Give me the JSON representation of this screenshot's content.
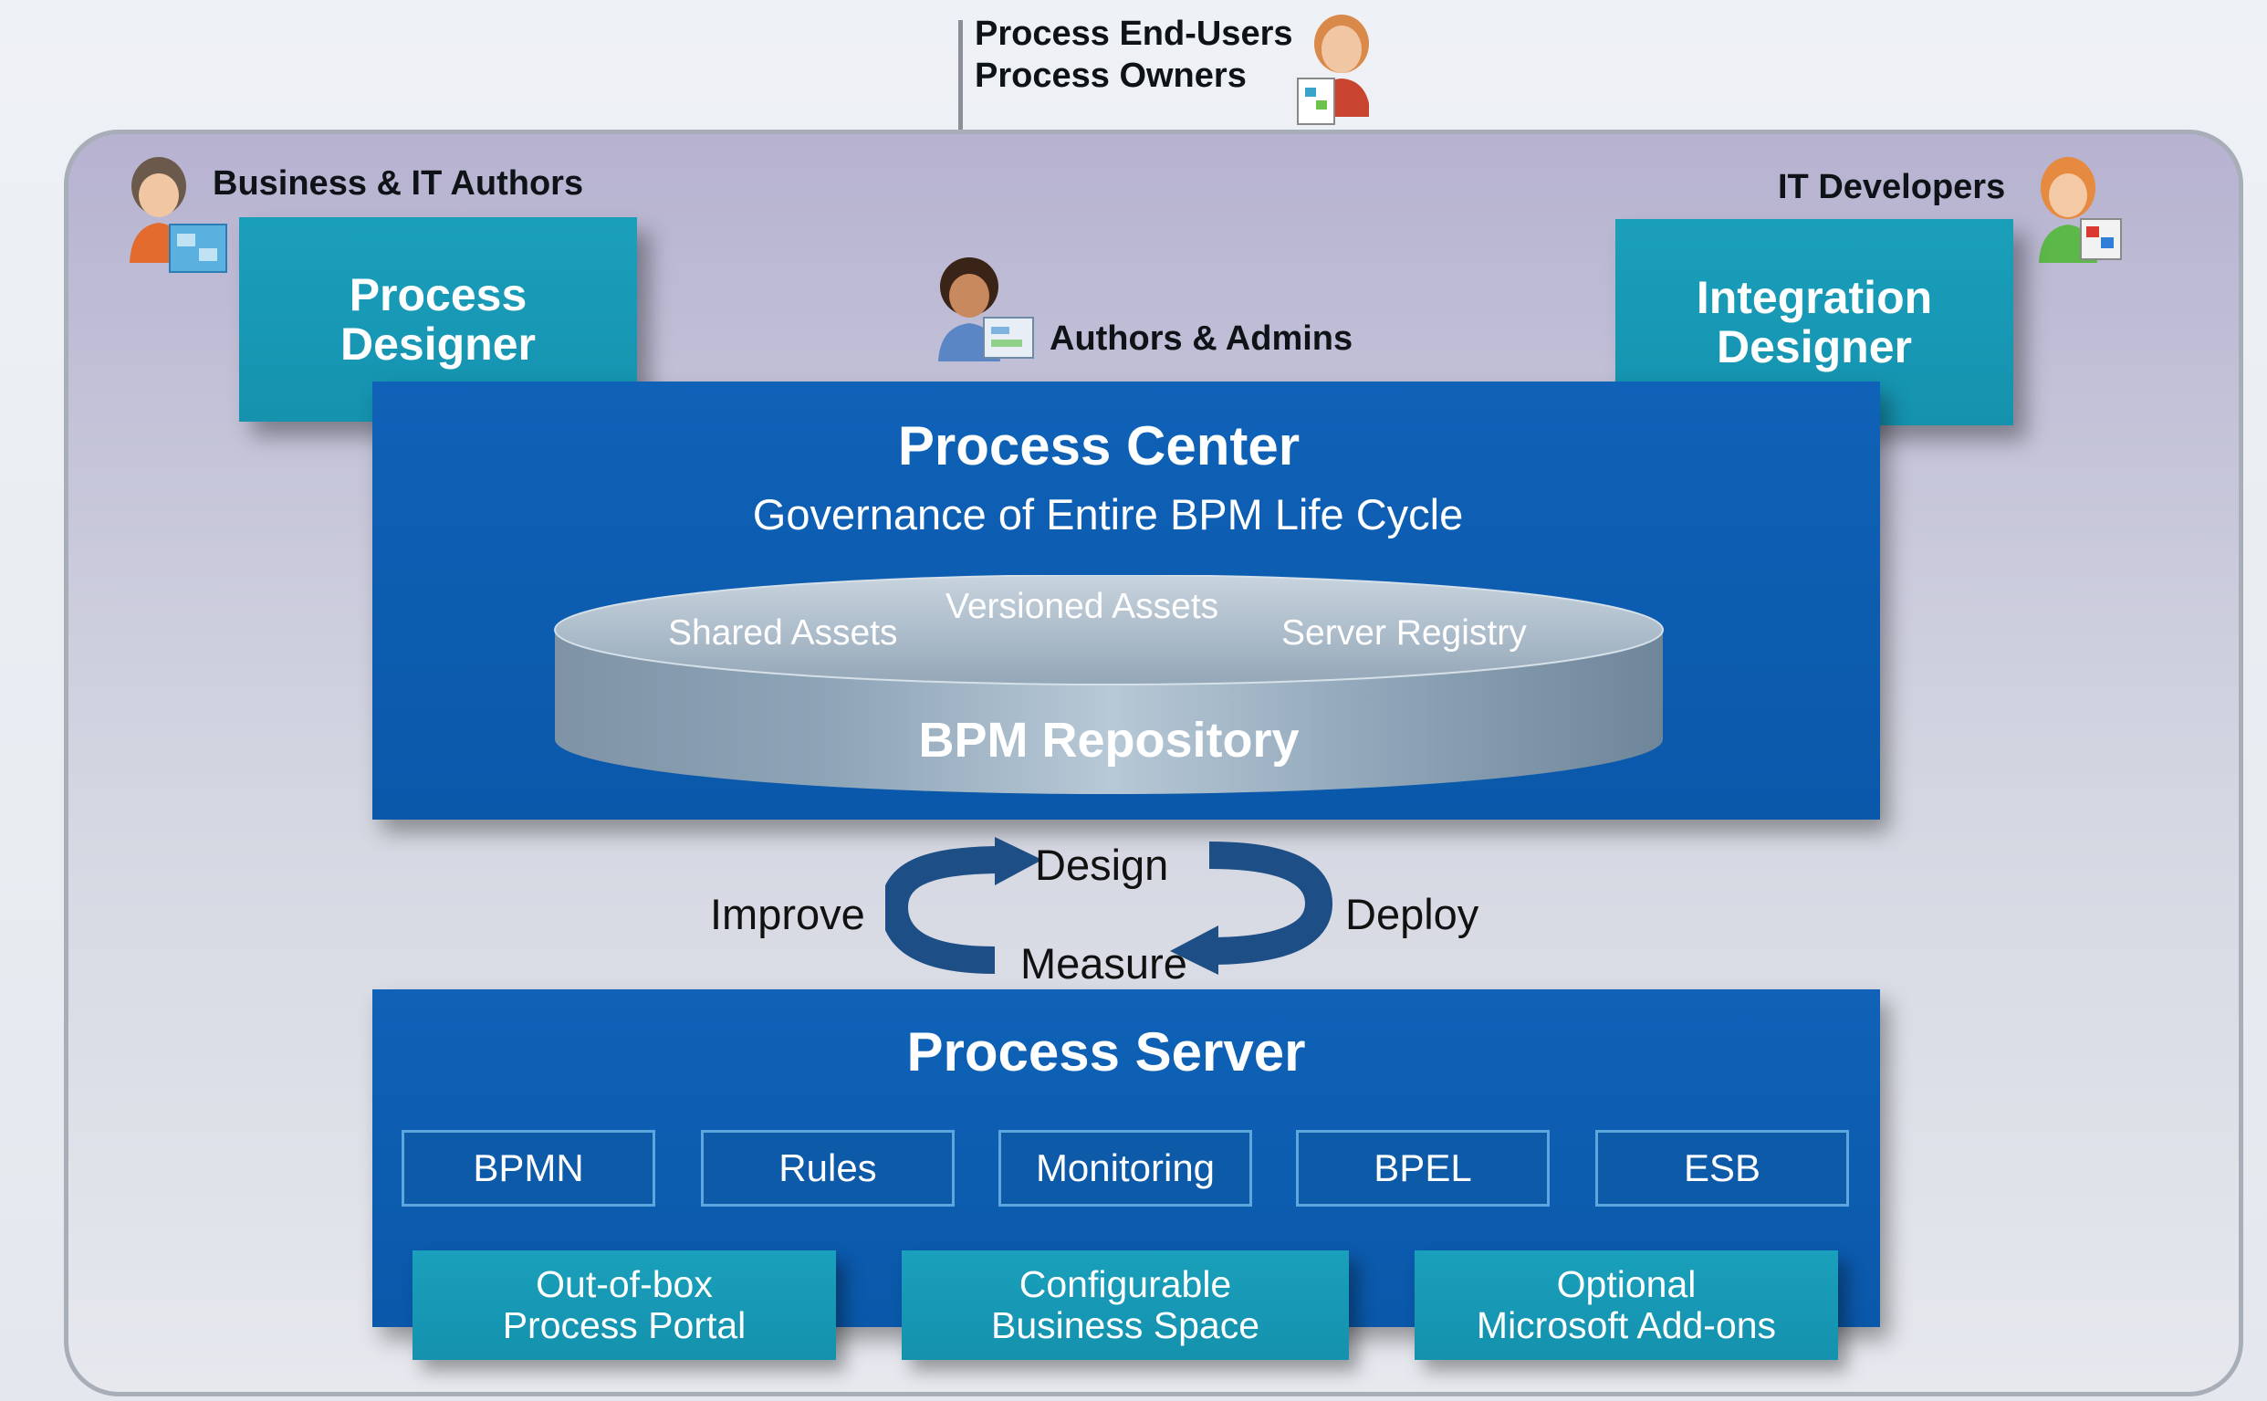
{
  "top_actors": {
    "line1": "Process End-Users",
    "line2": "Process Owners"
  },
  "left_actor": {
    "label": "Business & IT Authors"
  },
  "right_actor": {
    "label": "IT Developers"
  },
  "center_actor": {
    "label": "Authors & Admins"
  },
  "process_designer": {
    "line1": "Process",
    "line2": "Designer"
  },
  "integration_designer": {
    "line1": "Integration",
    "line2": "Designer"
  },
  "process_center": {
    "title": "Process Center",
    "subtitle": "Governance of Entire BPM Life Cycle"
  },
  "repository": {
    "name": "BPM Repository",
    "shared": "Shared Assets",
    "versioned": "Versioned Assets",
    "registry": "Server Registry"
  },
  "cycle": {
    "design": "Design",
    "deploy": "Deploy",
    "measure": "Measure",
    "improve": "Improve"
  },
  "process_server": {
    "title": "Process Server",
    "capabilities": [
      "BPMN",
      "Rules",
      "Monitoring",
      "BPEL",
      "ESB"
    ],
    "portals": [
      {
        "line1": "Out-of-box",
        "line2": "Process Portal"
      },
      {
        "line1": "Configurable",
        "line2": "Business Space"
      },
      {
        "line1": "Optional",
        "line2": "Microsoft Add-ons"
      }
    ]
  },
  "colors": {
    "panel_blue": "#0f62b7",
    "teal": "#1a9fbb",
    "frame_lavender": "#b6b2d0",
    "arrow_blue": "#1d4f86"
  }
}
